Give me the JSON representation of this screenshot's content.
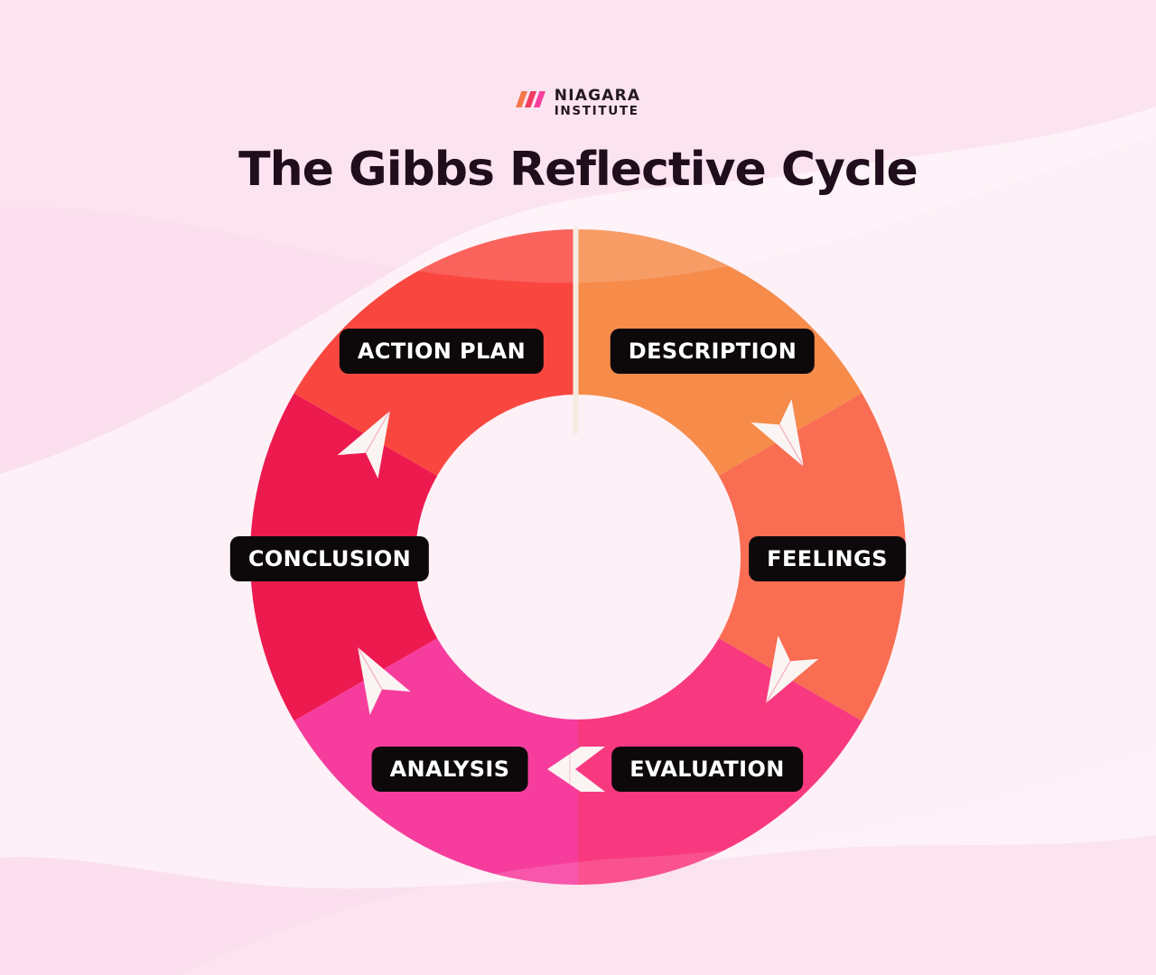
{
  "logo": {
    "line1": "NIAGARA",
    "line2": "INSTITUTE",
    "stripe_colors": [
      "#F5764A",
      "#F23B60",
      "#F83E9B"
    ]
  },
  "title": "The Gibbs Reflective Cycle",
  "colors": {
    "background": "#FBDFEE",
    "background_light": "#FDF1F7",
    "label_background": "#0D090B",
    "label_text": "#FFFFFF",
    "divider_line": "#F5EBE0",
    "arrow": "#FAF5F3",
    "title_text": "#200E1D"
  },
  "cycle": {
    "type": "donut-cycle-diagram",
    "direction": "clockwise",
    "stages": [
      {
        "label": "DESCRIPTION",
        "color": "#F68B4A"
      },
      {
        "label": "FEELINGS",
        "color": "#F96D52"
      },
      {
        "label": "EVALUATION",
        "color": "#F8397F"
      },
      {
        "label": "ANALYSIS",
        "color": "#F63D9E"
      },
      {
        "label": "CONCLUSION",
        "color": "#ED1A4F"
      },
      {
        "label": "ACTION PLAN",
        "color": "#F94740"
      }
    ]
  }
}
